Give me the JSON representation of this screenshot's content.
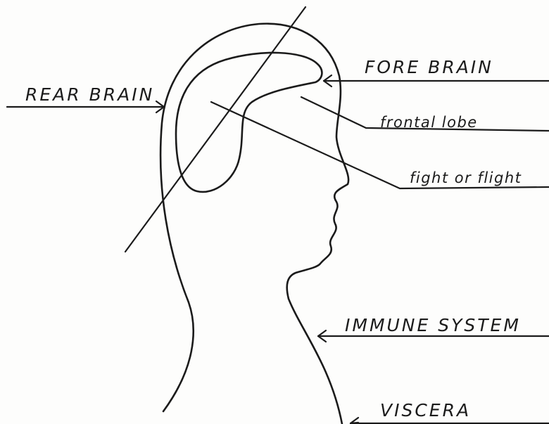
{
  "labels": {
    "rear_brain": "REAR BRAIN",
    "fore_brain": "FORE BRAIN",
    "frontal_lobe": "frontal lobe",
    "fight_or_flight": "fight or flight",
    "immune_system": "IMMUNE SYSTEM",
    "viscera": "VISCERA"
  },
  "colors": {
    "ink": "#1b1b1b",
    "paper": "#fdfdfc"
  }
}
